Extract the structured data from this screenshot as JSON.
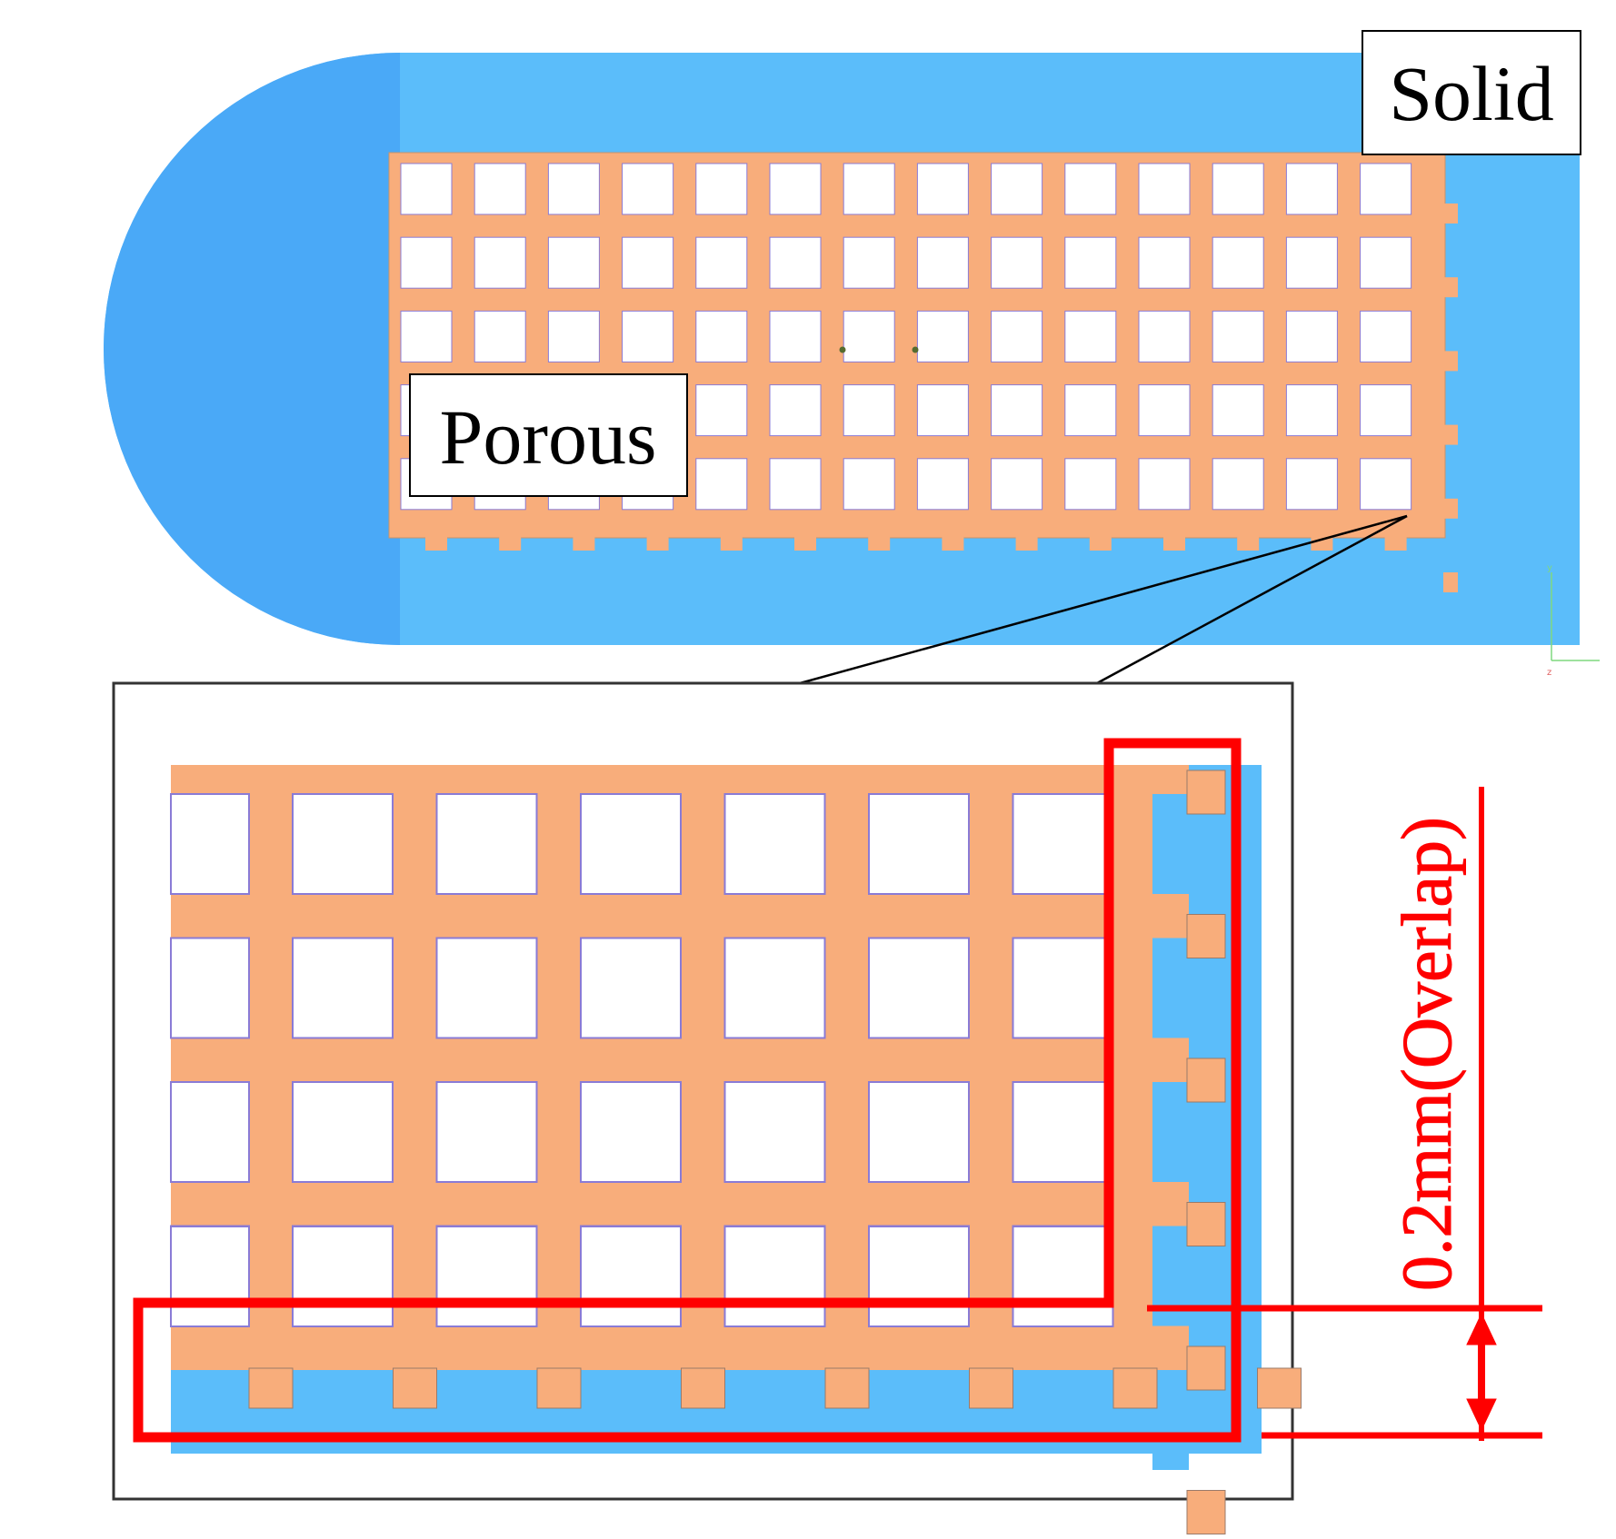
{
  "labels": {
    "solid": "Solid",
    "porous": "Porous",
    "overlap": "0.2mm(Overlap)"
  },
  "colors": {
    "solid_fill": "#5bbdfa",
    "solid_cap": "#4aa9f7",
    "porous_fill": "#f8ad7b",
    "pore_fill": "#ffffff",
    "pore_edge": "#8a7bd6",
    "highlight": "#ff0000",
    "frame": "#333333"
  },
  "grid": {
    "overview_columns": 14,
    "overview_rows": 5,
    "detail_columns": 7,
    "detail_rows": 4
  }
}
